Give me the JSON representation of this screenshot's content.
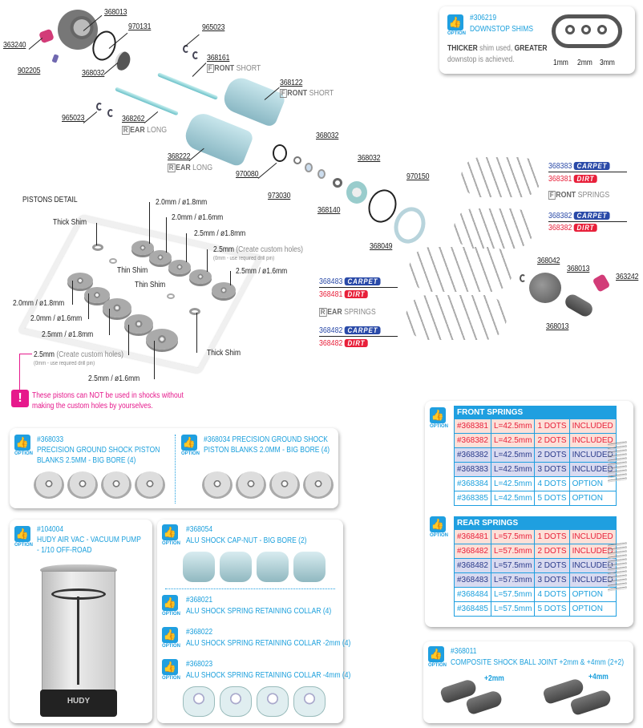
{
  "exploded_view": {
    "parts": {
      "p363240": "363240",
      "p368013_top": "368013",
      "p970131": "970131",
      "p965023_top": "965023",
      "p902205": "902205",
      "p368032_top": "368032",
      "p368161": "368161",
      "p368122": "368122",
      "p965023_left": "965023",
      "p368262": "368262",
      "p368222": "368222",
      "p368032_mid": "368032",
      "p970080": "970080",
      "p368032_low": "368032",
      "p973030": "973030",
      "p970150": "970150",
      "p368140": "368140",
      "p368049": "368049",
      "p368042": "368042",
      "p368013_right": "368013",
      "p363242": "363242",
      "p368013_bottom": "368013"
    },
    "variants": {
      "front_cap": "F",
      "front_word": "RONT",
      "rear_cap": "R",
      "rear_word": "EAR",
      "short": "SHORT",
      "long": "LONG",
      "springs": "SPRINGS"
    },
    "front_springs_callout": {
      "carpet_code_1": "368383",
      "dirt_code_1": "368381",
      "carpet_code_2": "368382",
      "dirt_code_2": "368382",
      "carpet_label": "CARPET",
      "dirt_label": "DIRT"
    },
    "rear_springs_callout": {
      "carpet_code_1": "368483",
      "dirt_code_1": "368481",
      "carpet_code_2": "368482",
      "dirt_code_2": "368482",
      "carpet_label": "CARPET",
      "dirt_label": "DIRT"
    }
  },
  "downstop_shims": {
    "option_label": "OPTION",
    "code": "#306219",
    "title": "DOWNSTOP SHIMS",
    "desc_bold1": "THICKER",
    "desc_mid": " shim used, ",
    "desc_bold2": "GREATER",
    "desc_line2": "downstop is achieved.",
    "sizes": [
      "1mm",
      "2mm",
      "3mm"
    ]
  },
  "pistons_detail": {
    "title": "PISTONS DETAIL",
    "labels": {
      "thick_shim_top": "Thick Shim",
      "thin_shim_top": "Thin Shim",
      "thin_shim_mid": "Thin Shim",
      "thick_shim_bottom": "Thick Shim",
      "r1": "2.0mm / ø1.8mm",
      "r2": "2.0mm / ø1.6mm",
      "r3": "2.5mm / ø1.8mm",
      "r4_main": "2.5mm",
      "r4_note": "(Create custom holes)",
      "r4_sub": "(0mm - use required drill pin)",
      "r5": "2.5mm / ø1.6mm",
      "l1": "2.0mm / ø1.8mm",
      "l2": "2.0mm / ø1.6mm",
      "l3": "2.5mm / ø1.8mm",
      "l4_main": "2.5mm",
      "l4_note": "(Create custom holes)",
      "l4_sub": "(0mm - use required drill pin)",
      "l5": "2.5mm / ø1.6mm"
    },
    "warning_line1": "These pistons can NOT be used in shocks without",
    "warning_line2": "making the custom holes by yourselves.",
    "warning_icon": "exclamation-icon"
  },
  "piston_blanks": {
    "left": {
      "option_label": "OPTION",
      "code": "#368033",
      "line1": "PRECISION GROUND SHOCK PISTON",
      "line2": "BLANKS 2.5MM - BIG BORE (4)"
    },
    "right": {
      "option_label": "OPTION",
      "line1": "#368034 PRECISION GROUND SHOCK",
      "line2": "PISTON BLANKS 2.0MM - BIG BORE (4)"
    }
  },
  "air_vac": {
    "option_label": "OPTION",
    "code": "#104004",
    "line1": "HUDY AIR VAC - VACUUM PUMP",
    "line2": "- 1/10 OFF-ROAD",
    "brand": "HUDY"
  },
  "alu_parts": {
    "items": [
      {
        "option_label": "OPTION",
        "code": "#368054",
        "title": "ALU SHOCK CAP-NUT - BIG BORE (2)"
      },
      {
        "option_label": "OPTION",
        "code": "#368021",
        "title": "ALU SHOCK SPRING RETAINING COLLAR (4)"
      },
      {
        "option_label": "OPTION",
        "code": "#368022",
        "title": "ALU SHOCK SPRING RETAINING COLLAR -2mm (4)"
      },
      {
        "option_label": "OPTION",
        "code": "#368023",
        "title": "ALU SHOCK SPRING RETAINING COLLAR -4mm (4)"
      }
    ]
  },
  "spring_tables": {
    "option_label": "OPTION",
    "front": {
      "title": "FRONT SPRINGS",
      "rows": [
        {
          "code": "#368381",
          "length": "L=42.5mm",
          "dots": "1 DOTS",
          "status": "INCLUDED",
          "style": "inc-red"
        },
        {
          "code": "#368382",
          "length": "L=42.5mm",
          "dots": "2 DOTS",
          "status": "INCLUDED",
          "style": "inc-red"
        },
        {
          "code": "#368382",
          "length": "L=42.5mm",
          "dots": "2 DOTS",
          "status": "INCLUDED",
          "style": "inc-blue"
        },
        {
          "code": "#368383",
          "length": "L=42.5mm",
          "dots": "3 DOTS",
          "status": "INCLUDED",
          "style": "inc-blue"
        },
        {
          "code": "#368384",
          "length": "L=42.5mm",
          "dots": "4 DOTS",
          "status": "OPTION",
          "style": "opt-row"
        },
        {
          "code": "#368385",
          "length": "L=42.5mm",
          "dots": "5 DOTS",
          "status": "OPTION",
          "style": "opt-row"
        }
      ]
    },
    "rear": {
      "title": "REAR SPRINGS",
      "rows": [
        {
          "code": "#368481",
          "length": "L=57.5mm",
          "dots": "1 DOTS",
          "status": "INCLUDED",
          "style": "inc-red"
        },
        {
          "code": "#368482",
          "length": "L=57.5mm",
          "dots": "2 DOTS",
          "status": "INCLUDED",
          "style": "inc-red"
        },
        {
          "code": "#368482",
          "length": "L=57.5mm",
          "dots": "2 DOTS",
          "status": "INCLUDED",
          "style": "inc-blue"
        },
        {
          "code": "#368483",
          "length": "L=57.5mm",
          "dots": "3 DOTS",
          "status": "INCLUDED",
          "style": "inc-blue"
        },
        {
          "code": "#368484",
          "length": "L=57.5mm",
          "dots": "4 DOTS",
          "status": "OPTION",
          "style": "opt-row"
        },
        {
          "code": "#368485",
          "length": "L=57.5mm",
          "dots": "5 DOTS",
          "status": "OPTION",
          "style": "opt-row"
        }
      ]
    }
  },
  "ball_joint": {
    "option_label": "OPTION",
    "code": "#368011",
    "title": "COMPOSITE SHOCK BALL JOINT +2mm & +4mm (2+2)",
    "label_2mm": "+2mm",
    "label_4mm": "+4mm"
  },
  "colors": {
    "option_blue": "#1f9fe0",
    "carpet_blue": "#2a4aa8",
    "dirt_red": "#e8203a",
    "warning_magenta": "#e6198c"
  }
}
